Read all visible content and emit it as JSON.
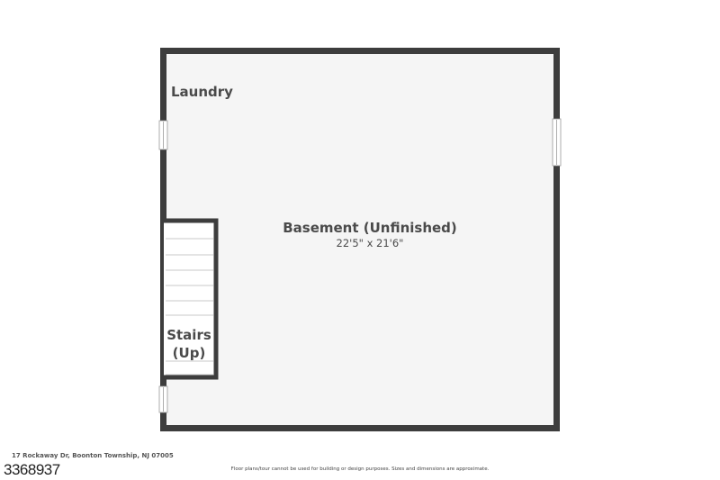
{
  "floor_plan": {
    "rooms": [
      {
        "id": "laundry",
        "name": "Laundry"
      },
      {
        "id": "basement",
        "name": "Basement (Unfinished)",
        "dimensions": "22'5\" x 21'6\""
      },
      {
        "id": "stairs",
        "name": "Stairs",
        "sub": "(Up)"
      }
    ],
    "colors": {
      "wall": "#3d3d3d",
      "floor": "#f5f5f5",
      "window": "#ffffff",
      "stair_line": "#c8c8c8",
      "label": "#4a4a4a"
    }
  },
  "footer": {
    "address": "17 Rockaway Dr, Boonton Township, NJ 07005",
    "listing_number": "3368937",
    "disclaimer": "Floor plans/tour cannot be used for building or design purposes. Sizes and dimensions are approximate."
  }
}
